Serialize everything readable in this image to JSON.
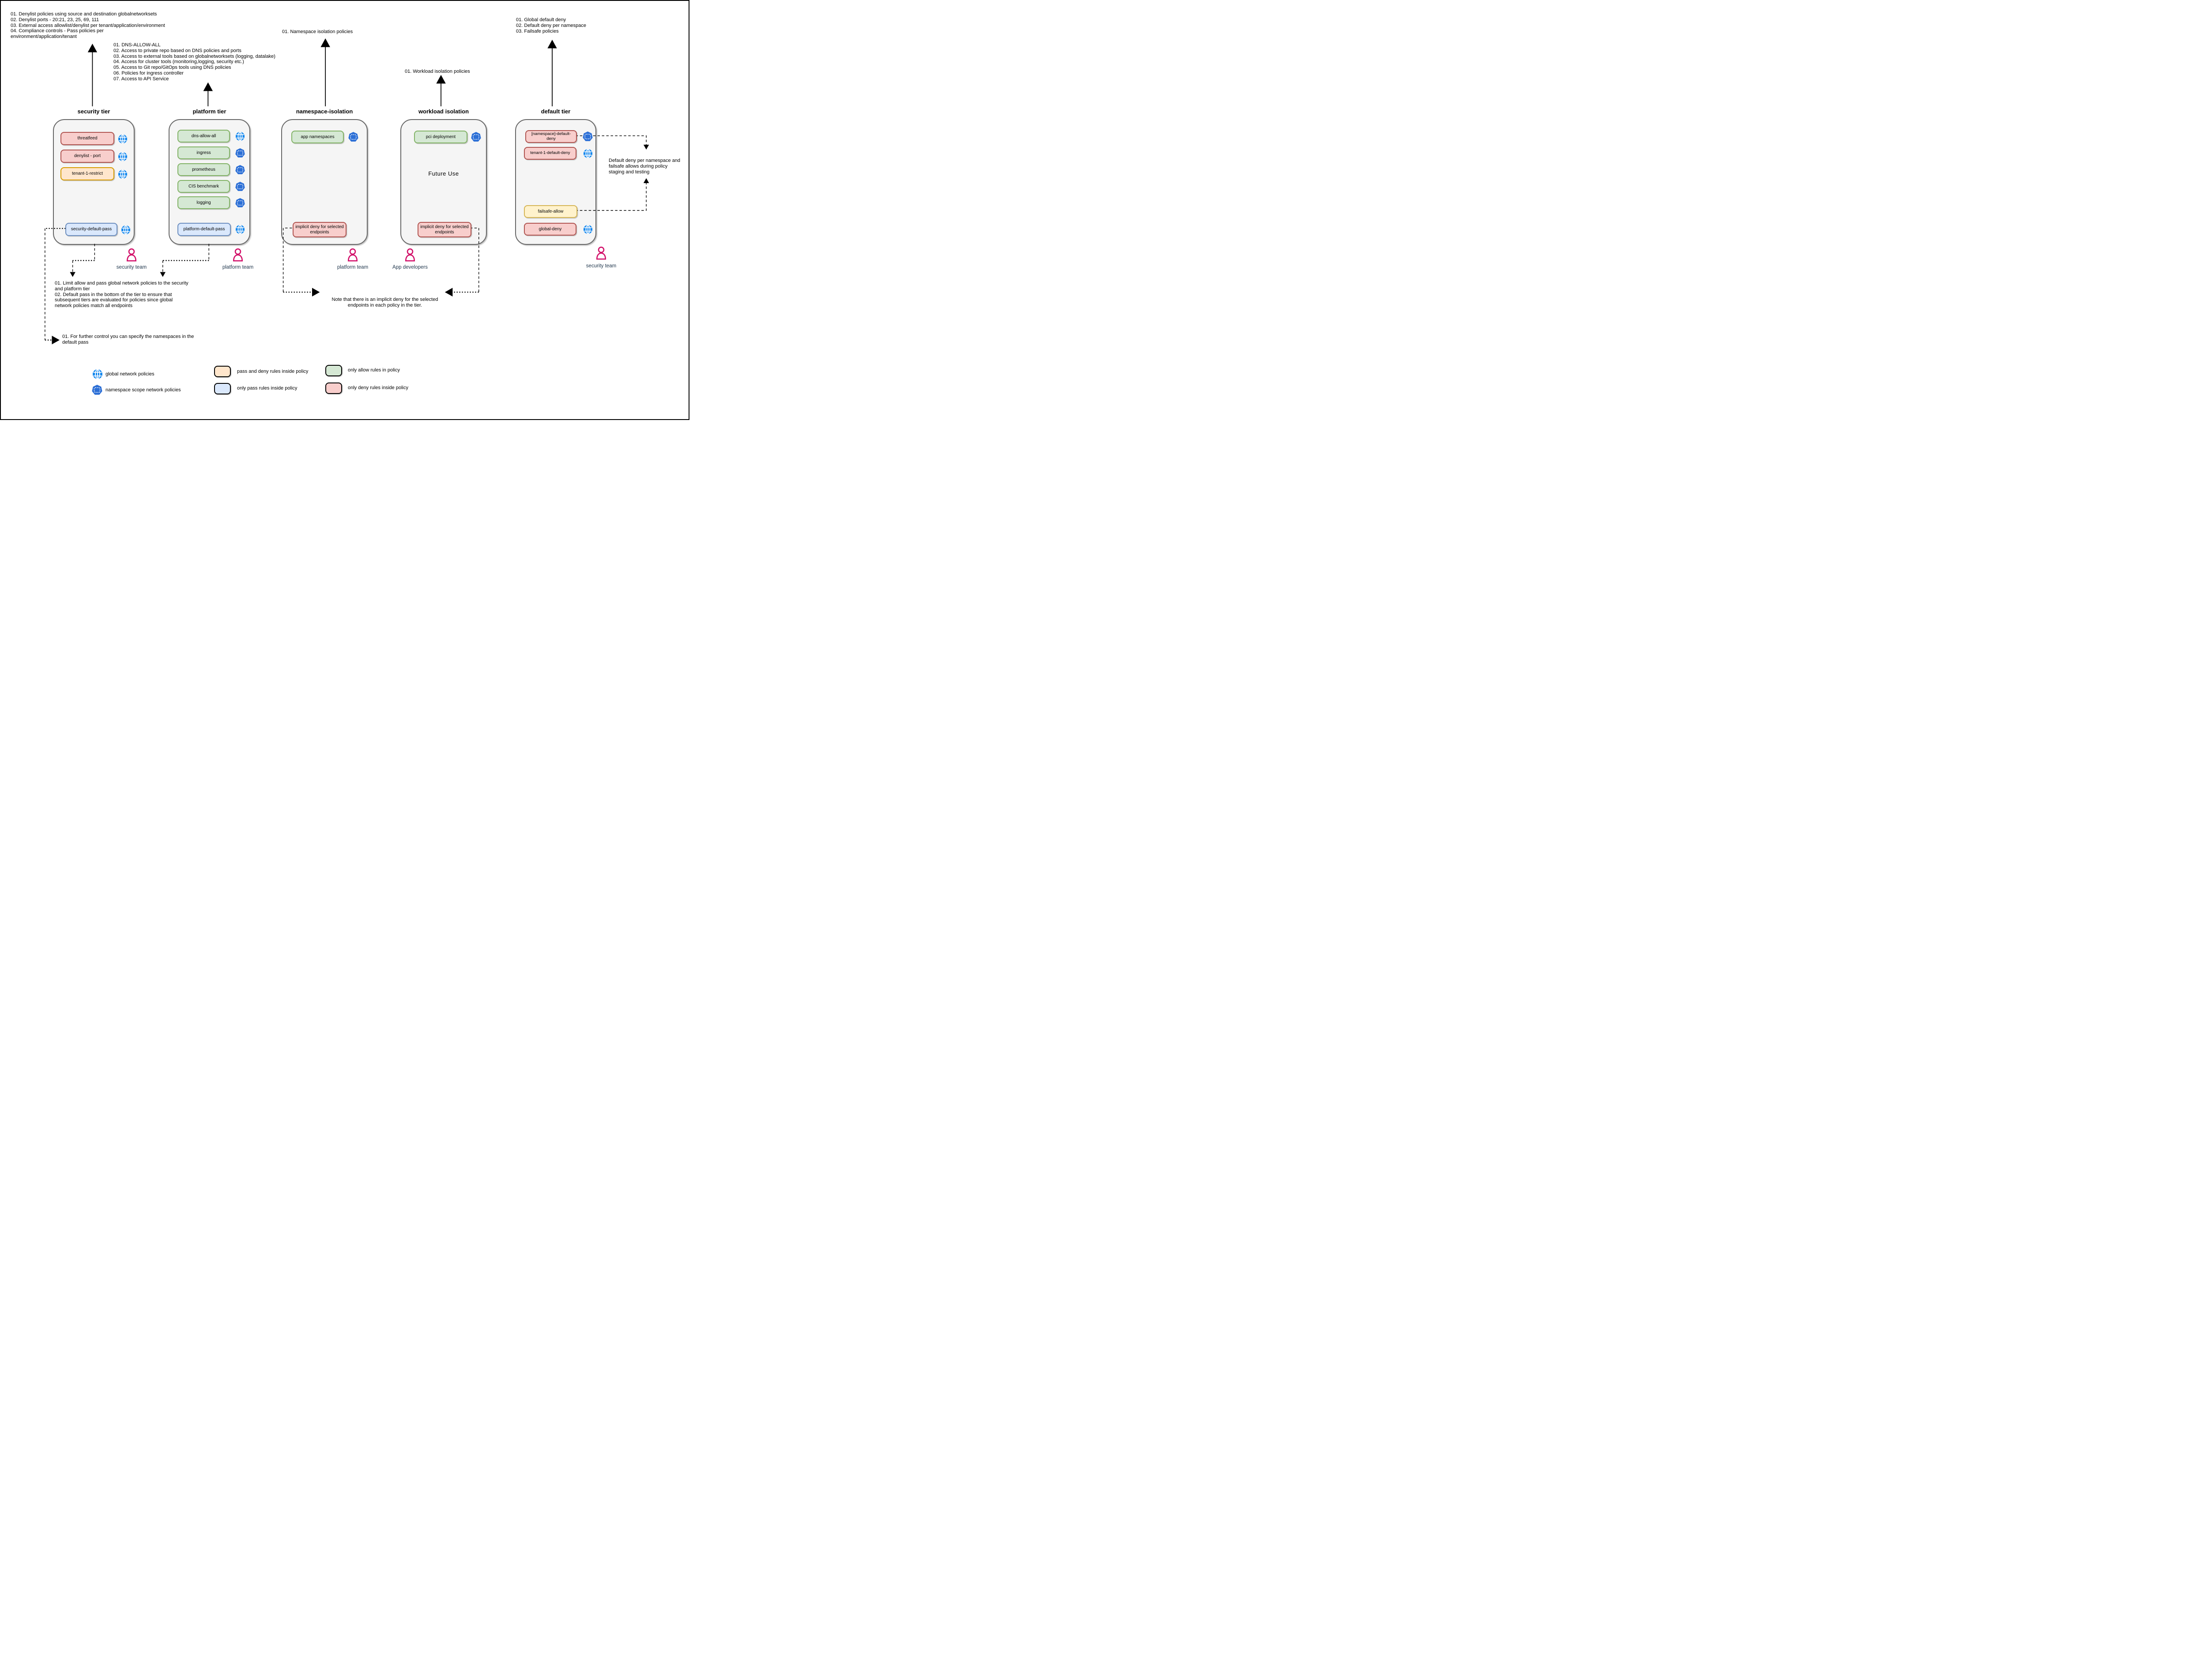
{
  "annotations": {
    "security_tier_note": "01. Denylist policies using source and destination globalnetworksets\n02. Denylist ports - 20:21, 23, 25, 69, 111\n03. External access allowlist/denylist per tenant/application/environment\n04. Compliance controls - Pass policies per\nenvironment/application/tenant",
    "platform_tier_note": "01. DNS-ALLOW-ALL\n02. Access to private repo based on DNS policies and ports\n03. Access to external tools based on globalnetworksets (logging, datalake)\n04. Access for cluster tools (monitoring,logging, security etc.)\n05. Access to Git repo/GitOps tools using DNS policies\n06. Policies for ingress controller\n07. Access to API Service",
    "namespace_tier_note": "01. Namespace isolation policies",
    "workload_tier_note": "01. Workload isolation policies",
    "default_tier_note": "01. Global default deny\n02. Default deny per namespace\n03. Failsafe policies",
    "limit_allow_note": "01. Limit allow and pass global network policies to the security\nand platform tier\n02. Default pass in the bottom of the tier to ensure that\nsubsequent tiers are evaluated for policies since global\nnetwork policies match all endpoints",
    "further_control_note": "01. For further control you can specify the namespaces in the\ndefault pass",
    "implicit_deny_note": "Note that there is an implicit deny for the selected\nendpoints in each policy in the tier.",
    "default_deny_staging_note": "Default deny per namespace and\nfailsafe allows during policy\nstaging and testing"
  },
  "tiers": [
    {
      "title": "security tier",
      "team": "security team",
      "policies": [
        {
          "label": "threatfeed",
          "rule_type": "deny",
          "scope": "global"
        },
        {
          "label": "denylist - port",
          "rule_type": "deny",
          "scope": "global"
        },
        {
          "label": "tenant-1-restrict",
          "rule_type": "pass-and-deny",
          "scope": "global"
        },
        {
          "label": "security-default-pass",
          "rule_type": "pass",
          "scope": "global"
        }
      ]
    },
    {
      "title": "platform tier",
      "team": "platform team",
      "policies": [
        {
          "label": "dns-allow-all",
          "rule_type": "allow",
          "scope": "global"
        },
        {
          "label": "ingress",
          "rule_type": "allow",
          "scope": "namespace"
        },
        {
          "label": "prometheus",
          "rule_type": "allow",
          "scope": "namespace"
        },
        {
          "label": "CIS benchmark",
          "rule_type": "allow",
          "scope": "namespace"
        },
        {
          "label": "logging",
          "rule_type": "allow",
          "scope": "namespace"
        },
        {
          "label": "platform-default-pass",
          "rule_type": "pass",
          "scope": "global"
        }
      ]
    },
    {
      "title": "namespace-isolation",
      "team": "platform team",
      "policies": [
        {
          "label": "app namespaces",
          "rule_type": "allow",
          "scope": "namespace"
        },
        {
          "label": "implicit deny for selected endpoints",
          "rule_type": "deny",
          "scope": "none"
        }
      ]
    },
    {
      "title": "workload isolation",
      "team": "App developers",
      "center_label": "Future Use",
      "policies": [
        {
          "label": "pci deployment",
          "rule_type": "allow",
          "scope": "namespace"
        },
        {
          "label": "implicit deny for selected endpoints",
          "rule_type": "deny",
          "scope": "none"
        }
      ]
    },
    {
      "title": "default tier",
      "team": "security team",
      "policies": [
        {
          "label": "[namespace]-default-deny",
          "rule_type": "deny",
          "scope": "namespace"
        },
        {
          "label": "tenant-1-default-deny",
          "rule_type": "deny",
          "scope": "global"
        },
        {
          "label": "failsafe-allow",
          "rule_type": "pass-and-deny",
          "scope": "none"
        },
        {
          "label": "global-deny",
          "rule_type": "deny",
          "scope": "global"
        }
      ]
    }
  ],
  "legend": {
    "global_icon_label": "global network policies",
    "namespace_icon_label": "namespace scope network policies",
    "orange_label": "pass and deny rules inside policy",
    "blue_label": "only pass rules inside policy",
    "green_label": "only allow rules in policy",
    "red_label": "only deny rules inside policy"
  },
  "colors": {
    "deny_fill": "#f8cecc",
    "deny_border": "#b05450",
    "allow_fill": "#d5e8d4",
    "allow_border": "#82b366",
    "pass_fill": "#dae8fc",
    "pass_border": "#6c8ebf",
    "pass_deny_fill": "#ffe6cc",
    "pass_deny_border": "#d79b00",
    "failsafe_fill": "#fff2cc",
    "failsafe_border": "#d6b656",
    "tier_fill": "#f5f5f5",
    "tier_border": "#666666",
    "global_policy_icon": "#1588ee",
    "namespace_policy_icon": "#2c6fd6",
    "person_icon": "#d20f69",
    "team_label": "#22384e"
  }
}
